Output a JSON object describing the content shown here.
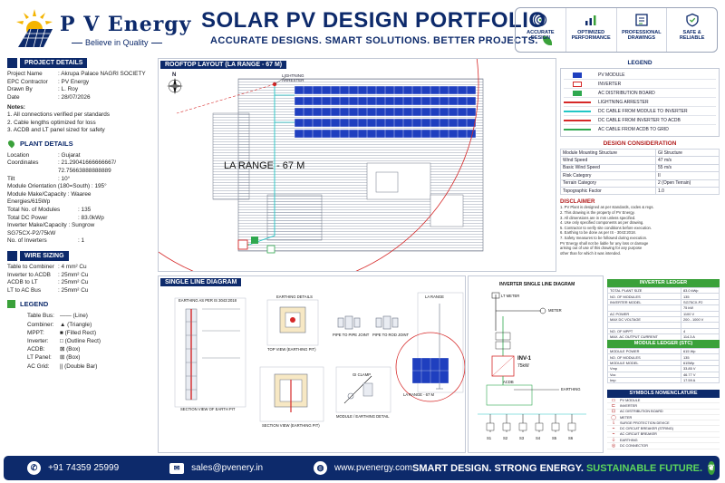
{
  "header": {
    "brand": "P V Energy",
    "tagline": "Believe in Quality",
    "title": "SOLAR PV DESIGN PORTFOLIO",
    "subtitle": "ACCURATE DESIGNS. SMART SOLUTIONS. BETTER PROJECTS.",
    "features": [
      {
        "icon": "target-icon",
        "line1": "ACCURATE",
        "line2": "DESIGN"
      },
      {
        "icon": "bar-chart-icon",
        "line1": "OPTIMIZED",
        "line2": "PERFORMANCE"
      },
      {
        "icon": "blueprint-icon",
        "line1": "PROFESSIONAL",
        "line2": "DRAWINGS"
      },
      {
        "icon": "shield-icon",
        "line1": "SAFE &",
        "line2": "RELIABLE"
      }
    ]
  },
  "project": {
    "heading": "PROJECT DETAILS",
    "rows": [
      {
        "k": "Project Name",
        "v": ": Akrupa Palace NAGRI SOCIETY"
      },
      {
        "k": "EPC Contractor",
        "v": ": PV Energy"
      },
      {
        "k": "Drawn By",
        "v": ": L. Roy"
      },
      {
        "k": "Date",
        "v": ": 28/07/2026"
      }
    ],
    "notes_heading": "Notes:",
    "notes": [
      "1. All connections verified per standards",
      "2. Cable lengths optimized for loss",
      "3. ACDB and LT panel sized for safety"
    ]
  },
  "plant": {
    "heading": "PLANT DETAILS",
    "location_k": "Location",
    "location_v": ": Gujarat",
    "coord_k": "Coordinates",
    "coord_v1": ": 21.29041666666667/",
    "coord_v2": "72.75663888888889",
    "tilt_k": "Tilt",
    "tilt_v": ": 10°",
    "orient": "Module Orientation (180=South) : 195°",
    "module1": "Module Make/Capacity : Waaree",
    "module2": "Energies/615Wp",
    "modules_k": "Total No. of Modules",
    "modules_v": ": 135",
    "dc_k": "Total DC Power",
    "dc_v": ": 83.0kWp",
    "inv1": "Inverter Make/Capacity : Sungrow",
    "inv2": "SG75CX-P2/75kW",
    "ninv_k": "No. of Inverters",
    "ninv_v": ": 1"
  },
  "wire": {
    "heading": "WIRE SIZING",
    "rows": [
      {
        "k": "Table to Combiner",
        "v": ": 4 mm² Cu"
      },
      {
        "k": "Inverter to ACDB",
        "v": ": 25mm² Cu"
      },
      {
        "k": "ACDB to LT",
        "v": ": 25mm² Cu"
      },
      {
        "k": "LT to AC Bus",
        "v": ": 25mm² Cu"
      }
    ]
  },
  "left_legend": {
    "heading": "LEGEND",
    "rows": [
      {
        "k": "Table Bus:",
        "v": "—— (Line)"
      },
      {
        "k": "Combiner:",
        "v": "▲ (Triangle)"
      },
      {
        "k": "MPPT:",
        "v": "■ (Filled Rect)"
      },
      {
        "k": "Inverter:",
        "v": "□ (Outline Rect)"
      },
      {
        "k": "ACDB:",
        "v": "⊠ (Box)"
      },
      {
        "k": "LT Panel:",
        "v": "⊞ (Box)"
      },
      {
        "k": "AC Grid:",
        "v": "|| (Double Bar)"
      }
    ]
  },
  "roof": {
    "heading": "ROOFTOP LAYOUT (LA RANGE - 67 M)",
    "north": "N",
    "la_label": "LA RANGE - 67 M",
    "la_small_1": "LIGHTNING",
    "la_small_2": "ARRESTER"
  },
  "sld": {
    "heading": "SINGLE LINE DIAGRAM",
    "earthing_title": "EARTHING AS PER IS 3043:2018",
    "earthing_details": "EARTHING DETAILS",
    "la_range": "LA RANGE",
    "section_view": "SECTION VIEW OF EARTH PIT",
    "top_view": "TOP VIEW (EARTHING PIT)",
    "section_earthing": "SECTION VIEW (EARTHING PIT)",
    "module_earthing": "MODULE / EARTHING DETAIL",
    "pipe1": "PIPE TO PIPE JOINT",
    "pipe2": "PIPE TO ROD JOINT",
    "la_range_small": "LA RANGE - 67 M",
    "clamp": "GI CLAMP"
  },
  "inverter_sld": {
    "heading": "INVERTER SINGLE LINE DIAGRAM",
    "lt": "LT METER",
    "meter": "METER",
    "inv": "INV-1",
    "kw": "75kW",
    "acdb": "ACDB",
    "earthing": "EARTHING",
    "strings": [
      "S1",
      "S2",
      "S3",
      "S4",
      "S5",
      "S6"
    ]
  },
  "legend": {
    "heading": "LEGEND",
    "rows": [
      {
        "label": "PV MODULE",
        "color": "#1f3fbf"
      },
      {
        "label": "INVERTER",
        "color": "#d62828"
      },
      {
        "label": "AC DISTRIBUTION BOARD",
        "color": "#2fa84f"
      },
      {
        "label": "LIGHTNING ARRESTER",
        "color": "#d62828"
      },
      {
        "label": "DC CABLE FROM MODULE TO INVERTER",
        "color": "#22c6c6"
      },
      {
        "label": "DC CABLE FROM INVERTER TO ACDB",
        "color": "#d62828"
      },
      {
        "label": "AC CABLE FROM ACDB TO GRID",
        "color": "#2fa84f"
      }
    ]
  },
  "design": {
    "heading": "DESIGN CONSIDERATION",
    "rows": [
      {
        "k": "Module Mounting Structure",
        "v": "GI Structure"
      },
      {
        "k": "Wind Speed",
        "v": "47 m/s"
      },
      {
        "k": "Basic Wind Speed",
        "v": "55 m/s"
      },
      {
        "k": "Risk Category",
        "v": "II"
      },
      {
        "k": "Terrain Category",
        "v": "2 (Open Terrain)"
      },
      {
        "k": "Topographic Factor",
        "v": "1.0"
      }
    ]
  },
  "disclaimer": {
    "heading": "DISCLAIMER",
    "lines": [
      "1. PV Plant is designed as per standards, codes & regs.",
      "2. This drawing is the property of PV Energy.",
      "3. All dimensions are in mm unless specified.",
      "4. Use only specified components as per drawing.",
      "5. Contractor to verify site conditions before execution.",
      "6. Earthing to be done as per IS - 3043:2018.",
      "7. Safety measures to be followed during execution.",
      "PV Energy shall not be liable for any loss or damage",
      "arising out of use of this drawing for any purpose",
      "other than for which it was intended."
    ]
  },
  "inverter_ledger": {
    "heading": "INVERTER LEDGER",
    "rows": [
      {
        "k": "TOTAL PLANT SIZE",
        "v": "83.0 kWp"
      },
      {
        "k": "NO. OF MODULES",
        "v": "135"
      },
      {
        "k": "INVERTER MODEL",
        "v": "SG75CX-P2"
      },
      {
        "k": "",
        "v": "75 kW"
      },
      {
        "k": "AC POWER",
        "v": "1100 V"
      },
      {
        "k": "MAX DC VOLTAGE",
        "v": "200 - 1000 V"
      },
      {
        "k": "",
        "v": ""
      },
      {
        "k": "NO. OF MPPT",
        "v": "4"
      },
      {
        "k": "MAX. AC OUTPUT CURRENT",
        "v": "114.3 A"
      }
    ]
  },
  "module_ledger": {
    "heading": "MODULE LEDGER (STC)",
    "rows": [
      {
        "k": "MODULE POWER",
        "v": "615 Wp"
      },
      {
        "k": "NO. OF MODULES",
        "v": "135"
      },
      {
        "k": "MODULE MODEL",
        "v": "615Wp"
      },
      {
        "k": "Vmp",
        "v": "33.85 V"
      },
      {
        "k": "Voc",
        "v": "46.77 V"
      },
      {
        "k": "Imp",
        "v": "17.59 A"
      }
    ]
  },
  "symbols": {
    "heading": "SYMBOLS NOMENCLATURE",
    "rows": [
      {
        "g": "▭",
        "label": "PV MODULE"
      },
      {
        "g": "⊏",
        "label": "INVERTER"
      },
      {
        "g": "⊡",
        "label": "AC DISTRIBUTION BOARD"
      },
      {
        "g": "◯",
        "label": "METER"
      },
      {
        "g": "⇂",
        "label": "SURGE PROTECTION DEVICE"
      },
      {
        "g": "⌁",
        "label": "DC CIRCUIT BREAKER (STRING)"
      },
      {
        "g": "⌁",
        "label": "AC CIRCUIT BREAKER"
      },
      {
        "g": "⏚",
        "label": "EARTHING"
      },
      {
        "g": "◎",
        "label": "DC CONNECTOR"
      }
    ]
  },
  "footer": {
    "phone": "+91 74359 25999",
    "email": "sales@pvenery.in",
    "web": "www.pvenergy.com",
    "slogan_a": "SMART DESIGN. STRONG ENERGY.",
    "slogan_b": "SUSTAINABLE FUTURE."
  }
}
